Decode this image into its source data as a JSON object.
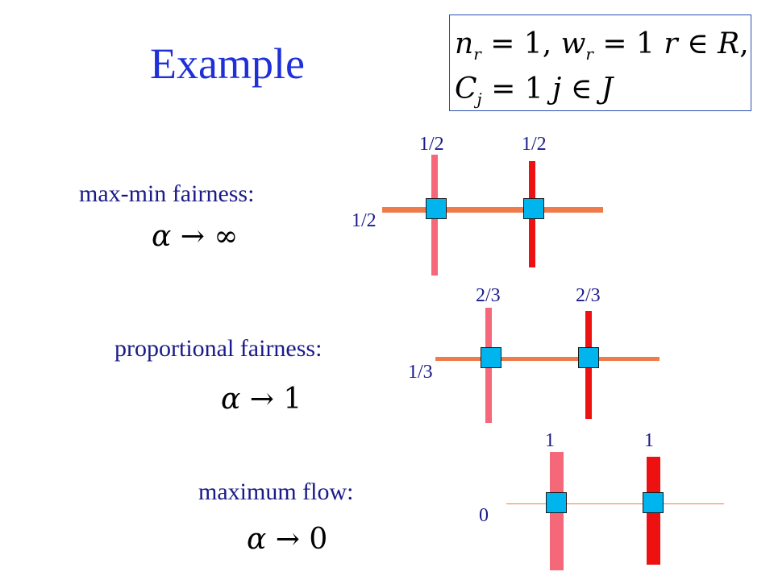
{
  "title": "Example",
  "formula": {
    "line1": {
      "n": "n",
      "n_sub": "r",
      "n_eq": " = 1,  ",
      "w": "w",
      "w_sub": "r",
      "w_eq": " = 1  ",
      "r_var": "r",
      "in": " ∈ ",
      "set": "R",
      "tail": ","
    },
    "line2": {
      "c": "C",
      "c_sub": "j",
      "c_eq": " = 1  ",
      "j_var": "j",
      "in": " ∈ ",
      "set": "J"
    }
  },
  "cases": [
    {
      "label": "max-min  fairness:",
      "alpha": "α",
      "arrow": " → ",
      "limit": "∞",
      "horizontal_rate": "1/2",
      "left_vertical_rate": "1/2",
      "right_vertical_rate": "1/2"
    },
    {
      "label": "proportional  fairness:",
      "alpha": "α",
      "arrow": " → ",
      "limit": "1",
      "horizontal_rate": "1/3",
      "left_vertical_rate": "2/3",
      "right_vertical_rate": "2/3"
    },
    {
      "label": "maximum  flow:",
      "alpha": "α",
      "arrow": " → ",
      "limit": "0",
      "horizontal_rate": "0",
      "left_vertical_rate": "1",
      "right_vertical_rate": "1"
    }
  ],
  "colors": {
    "title": "#1f30d8",
    "label": "#1a1a8a",
    "node": "#00b4ee",
    "horizontal_route": "#f07b4a",
    "left_vertical_route": "#f4687a",
    "right_vertical_route": "#ee1111",
    "box_border": "#2a4fb0"
  }
}
